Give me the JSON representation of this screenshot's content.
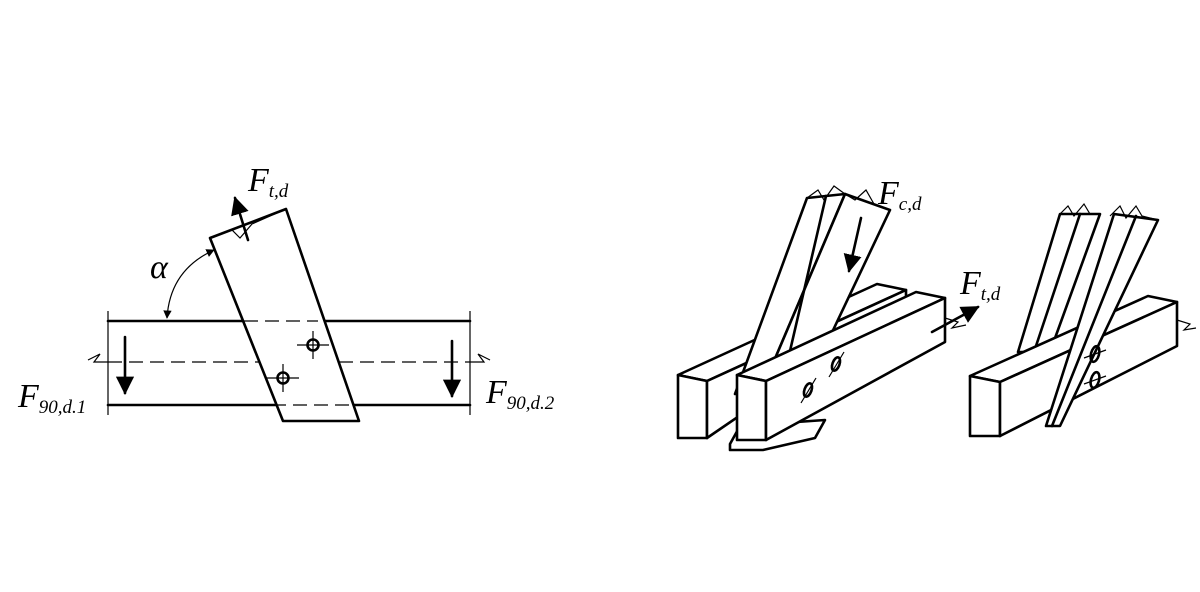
{
  "left_diagram": {
    "angle_label": "α",
    "tension_force": {
      "main": "F",
      "sub": "t,d"
    },
    "support_force_1": {
      "main": "F",
      "sub": "90,d.1"
    },
    "support_force_2": {
      "main": "F",
      "sub": "90,d.2"
    }
  },
  "right_diagram": {
    "compression_force": {
      "main": "F",
      "sub": "c,d"
    },
    "tension_force": {
      "main": "F",
      "sub": "t,d"
    }
  },
  "colors": {
    "line": "#000000",
    "background": "#ffffff"
  }
}
